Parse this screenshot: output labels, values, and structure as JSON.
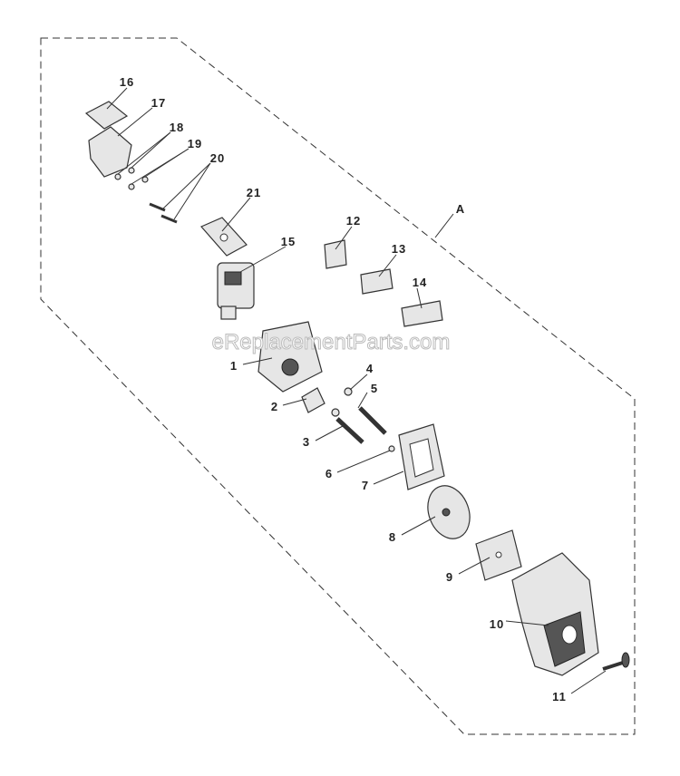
{
  "diagram": {
    "watermark": "eReplacementParts.com",
    "assembly_label": "A",
    "callouts": [
      "1",
      "2",
      "3",
      "4",
      "5",
      "6",
      "7",
      "8",
      "9",
      "10",
      "11",
      "12",
      "13",
      "14",
      "15",
      "16",
      "17",
      "18",
      "19",
      "20",
      "21"
    ]
  }
}
